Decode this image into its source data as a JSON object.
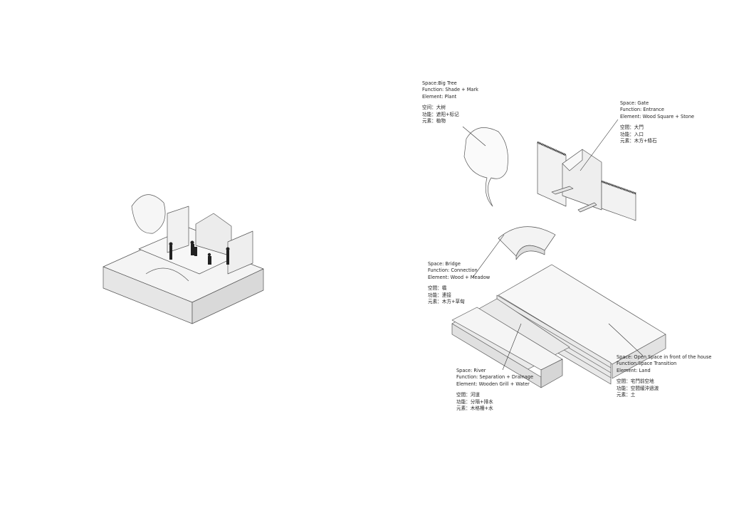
{
  "labels": {
    "big_tree": {
      "en": [
        "Space:Big Tree",
        "Function: Shade + Mark",
        "Element: Plant"
      ],
      "zh": [
        "空间：大树",
        "功能：遮阳+标记",
        "元素：植物"
      ]
    },
    "gate": {
      "en": [
        "Space: Gate",
        "Function: Entrance",
        "Element: Wood Square + Stone"
      ],
      "zh": [
        "空間：大門",
        "功能：入口",
        "元素：木方+條石"
      ]
    },
    "bridge": {
      "en": [
        "Space: Bridge",
        "Function: Connection",
        "Element: Wood + Meadow"
      ],
      "zh": [
        "空間：橋",
        "功能：連接",
        "元素：木方+草甸"
      ]
    },
    "river": {
      "en": [
        "Space: River",
        "Function: Separation + Drainage",
        "Element: Wooden Grill + Water"
      ],
      "zh": [
        "空間：河道",
        "功能：分隔+排水",
        "元素：木格柵+水"
      ]
    },
    "open_space": {
      "en": [
        "Space: Open Space in front of the house",
        "Function:Space Transition",
        "Element: Land"
      ],
      "zh": [
        "空間：宅門前空地",
        "功能：空間緩沖過渡",
        "元素：土"
      ]
    }
  }
}
